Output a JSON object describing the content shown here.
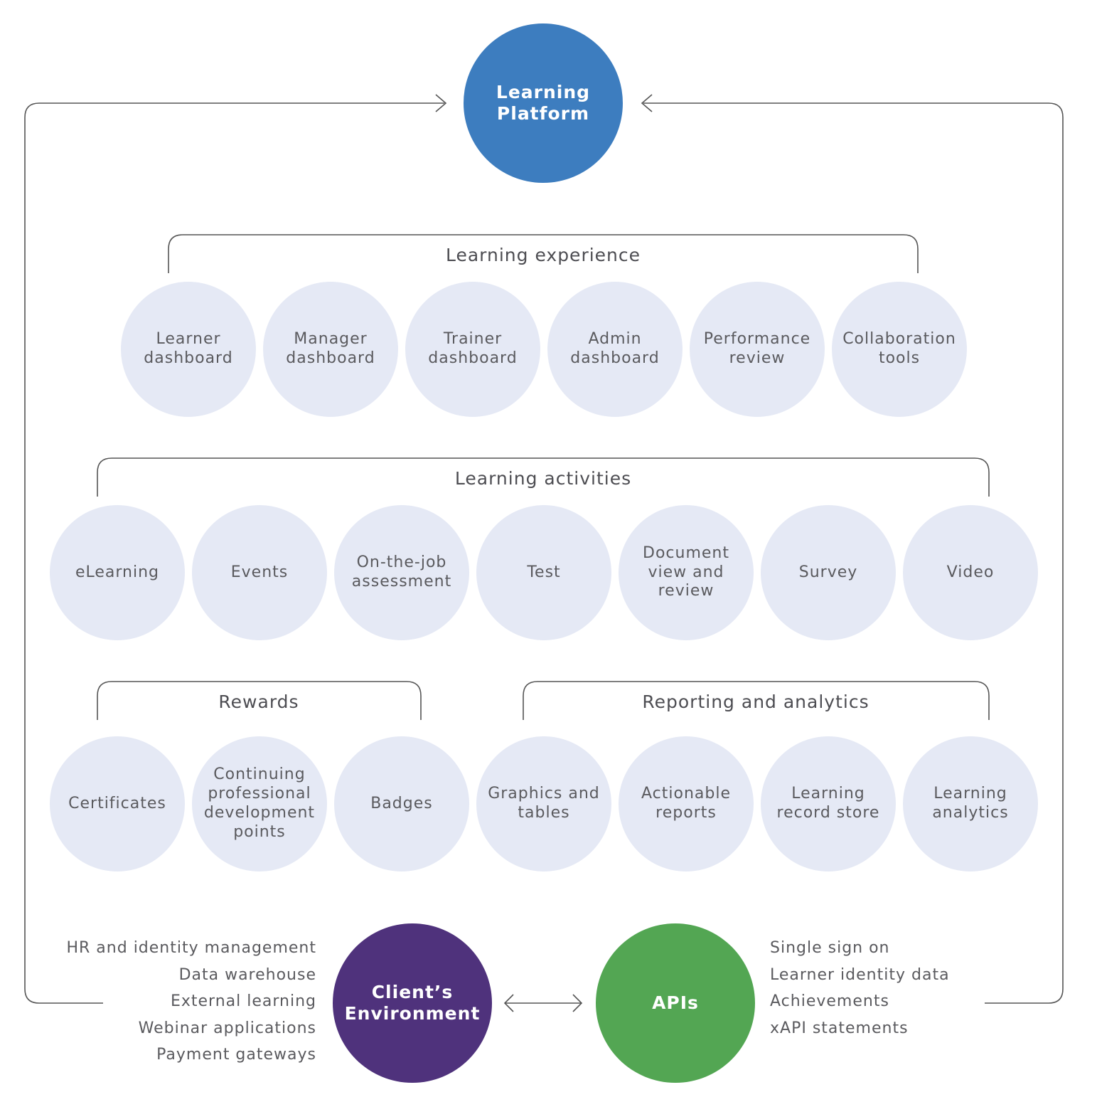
{
  "platform": {
    "label": "Learning Platform",
    "color": "#3d7dbf"
  },
  "groups": [
    {
      "title": "Learning experience",
      "items": [
        "Learner dashboard",
        "Manager dashboard",
        "Trainer dashboard",
        "Admin dashboard",
        "Performance review",
        "Collaboration tools"
      ]
    },
    {
      "title": "Learning activities",
      "items": [
        "eLearning",
        "Events",
        "On-the-job assessment",
        "Test",
        "Document view and review",
        "Survey",
        "Video"
      ]
    },
    {
      "title": "Rewards",
      "items": [
        "Certificates",
        "Continuing professional development points",
        "Badges"
      ]
    },
    {
      "title": "Reporting and analytics",
      "items": [
        "Graphics and tables",
        "Actionable reports",
        "Learning record store",
        "Learning analytics"
      ]
    }
  ],
  "client_environment": {
    "label": "Client’s Environment",
    "color": "#4f327c",
    "items": [
      "HR and identity management",
      "Data warehouse",
      "External learning",
      "Webinar applications",
      "Payment gateways"
    ]
  },
  "apis": {
    "label": "APIs",
    "color": "#53a653",
    "items": [
      "Single sign on",
      "Learner identity data",
      "Achievements",
      "xAPI statements"
    ]
  },
  "colors": {
    "node_fill": "#e5e9f5",
    "line": "#555555"
  }
}
